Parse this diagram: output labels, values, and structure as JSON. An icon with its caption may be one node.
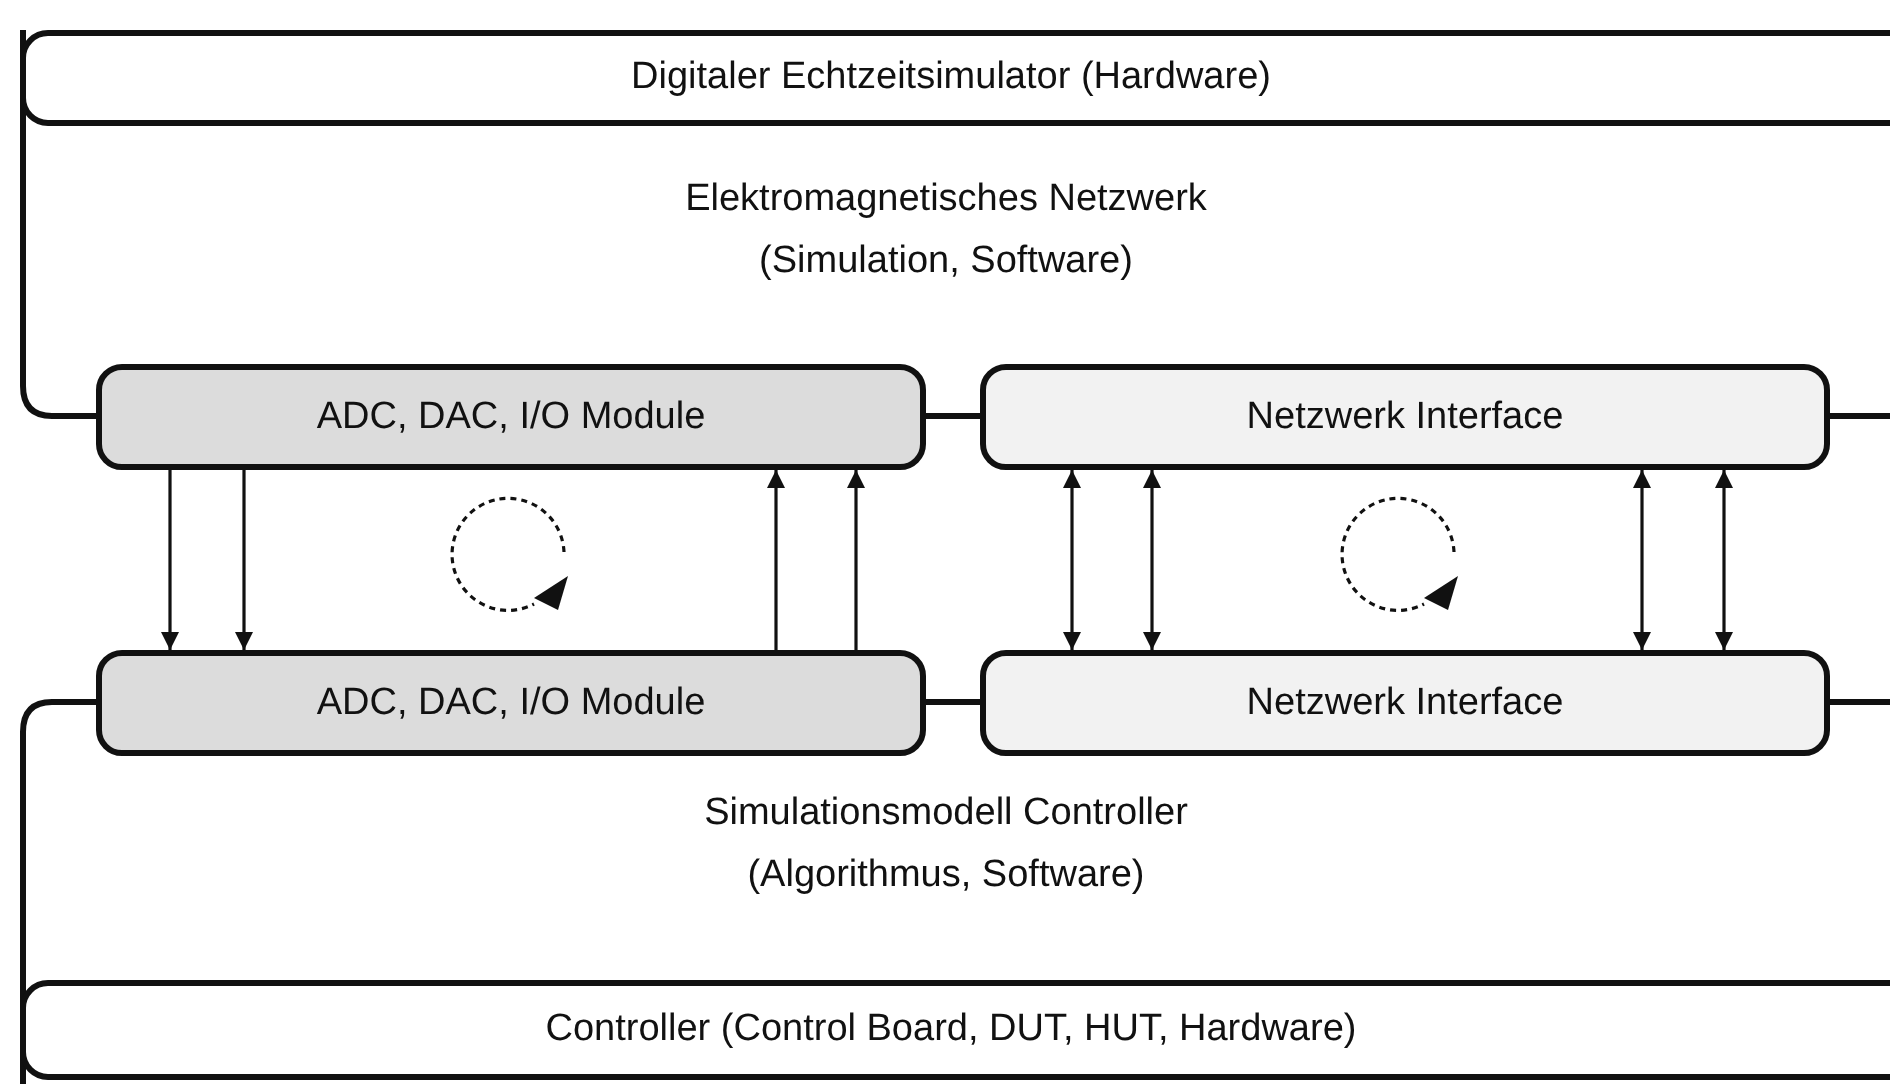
{
  "diagram": {
    "nodes": [
      {
        "text": [
          "Elektromagnetisches Netzwerk (Simulation, Software)"
        ]
      },
      {
        "text": [
          "Digitaler Echtzeitsimulator (Hardware)"
        ],
        "in": 0
      },
      {
        "text": [
          "ADC, DAC, I/O Module"
        ]
      },
      {
        "text": [
          "Netzwerk Interface"
        ]
      },
      {
        "text": [
          "ADC, DAC, I/O Module"
        ]
      },
      {
        "text": [
          "Netzwerk Interface"
        ]
      },
      {
        "text": [
          "Simulationsmodell Controller (Algorithmus, Software)"
        ]
      },
      {
        "text": [
          "Controller (Control Board, DUT, HUT, Hardware)"
        ],
        "in": 6
      }
    ],
    "edges": [
      {
        "from": 2,
        "to": 4,
        "arrow": "to"
      },
      {
        "from": 2,
        "to": 4,
        "arrow": "to"
      },
      {
        "from": 4,
        "to": 2,
        "arrow": "to"
      },
      {
        "from": 4,
        "to": 2,
        "arrow": "to"
      },
      {
        "from": 3,
        "to": 5,
        "arrow": "both"
      },
      {
        "from": 3,
        "to": 5,
        "arrow": "both"
      },
      {
        "from": 3,
        "to": 5,
        "arrow": "both"
      },
      {
        "from": 3,
        "to": 5,
        "arrow": "both"
      }
    ]
  }
}
